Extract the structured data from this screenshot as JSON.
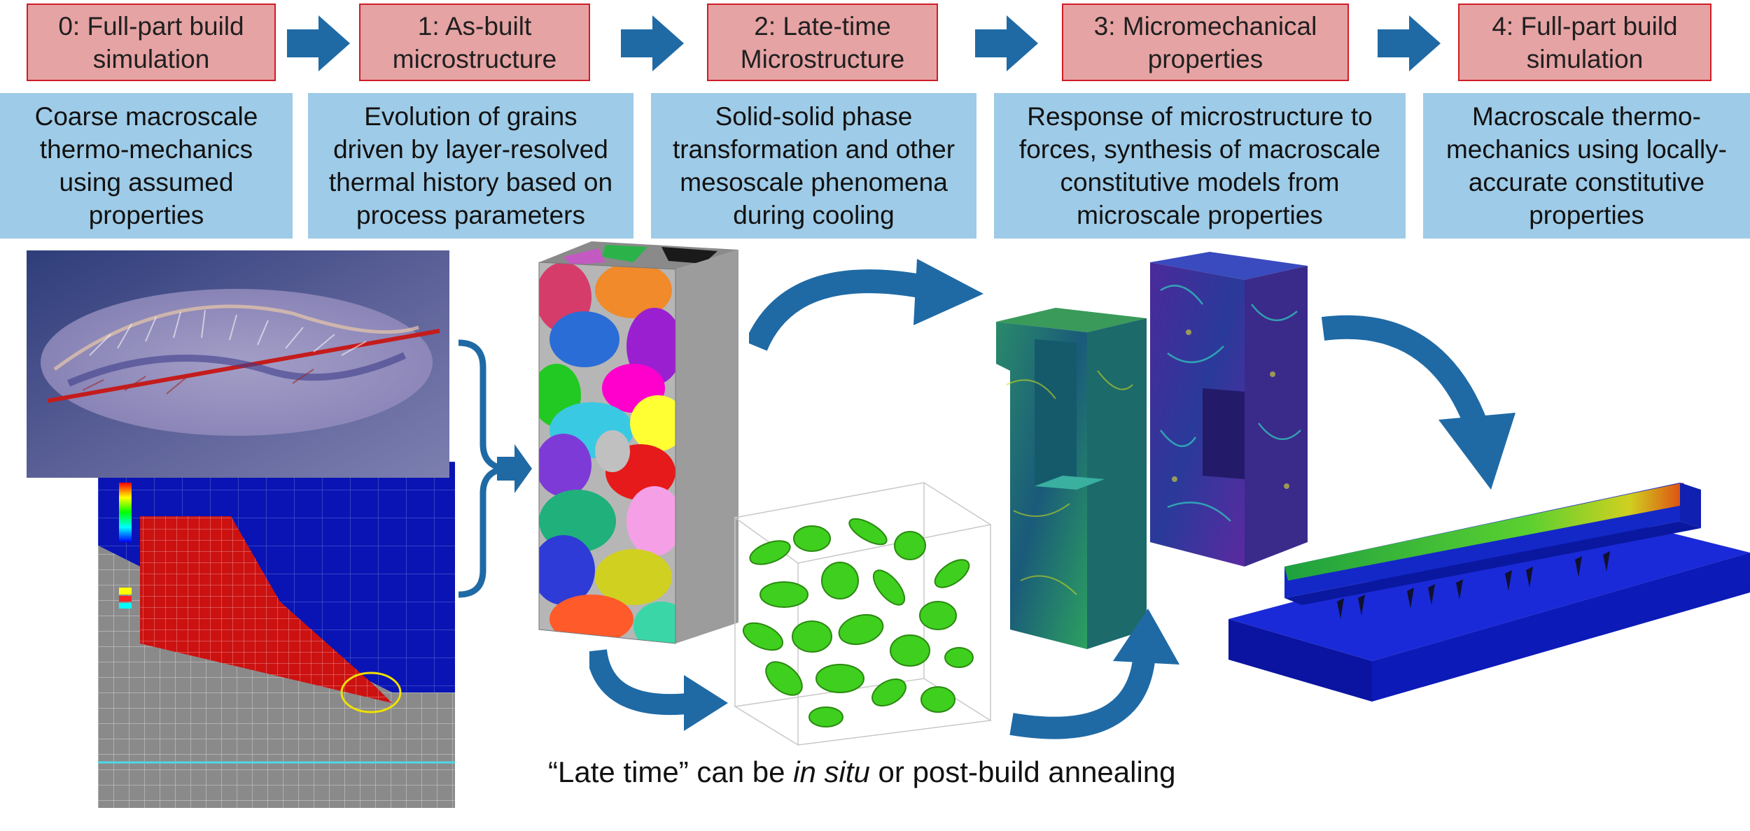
{
  "steps": [
    {
      "label": "0: Full-part build\nsimulation",
      "description": "Coarse macroscale\nthermo-mechanics\nusing assumed\nproperties"
    },
    {
      "label": "1: As-built\nmicrostructure",
      "description": "Evolution of grains\ndriven by layer-resolved\nthermal history based on\nprocess parameters"
    },
    {
      "label": "2: Late-time\nMicrostructure",
      "description": "Solid-solid phase\ntransformation and other\nmesoscale phenomena\nduring cooling"
    },
    {
      "label": "3: Micromechanical\nproperties",
      "description": "Response of microstructure to\nforces, synthesis of macroscale\nconstitutive models from\nmicroscale properties"
    },
    {
      "label": "4: Full-part build\nsimulation",
      "description": "Macroscale thermo-\nmechanics using locally-\naccurate  constitutive\nproperties"
    }
  ],
  "caption": {
    "before": "“Late time” can be ",
    "italic": "in situ",
    "after": " or post-build  annealing"
  },
  "colors": {
    "step_fill": "#e6a3a4",
    "step_border": "#cf1d27",
    "description_fill": "#9ecbe7",
    "arrow_blue": "#1f6aa5"
  },
  "icons": {
    "flow_arrow": "right-arrow-icon",
    "curved_arrow": "curved-arrow-icon",
    "bracket": "bracket-icon"
  }
}
